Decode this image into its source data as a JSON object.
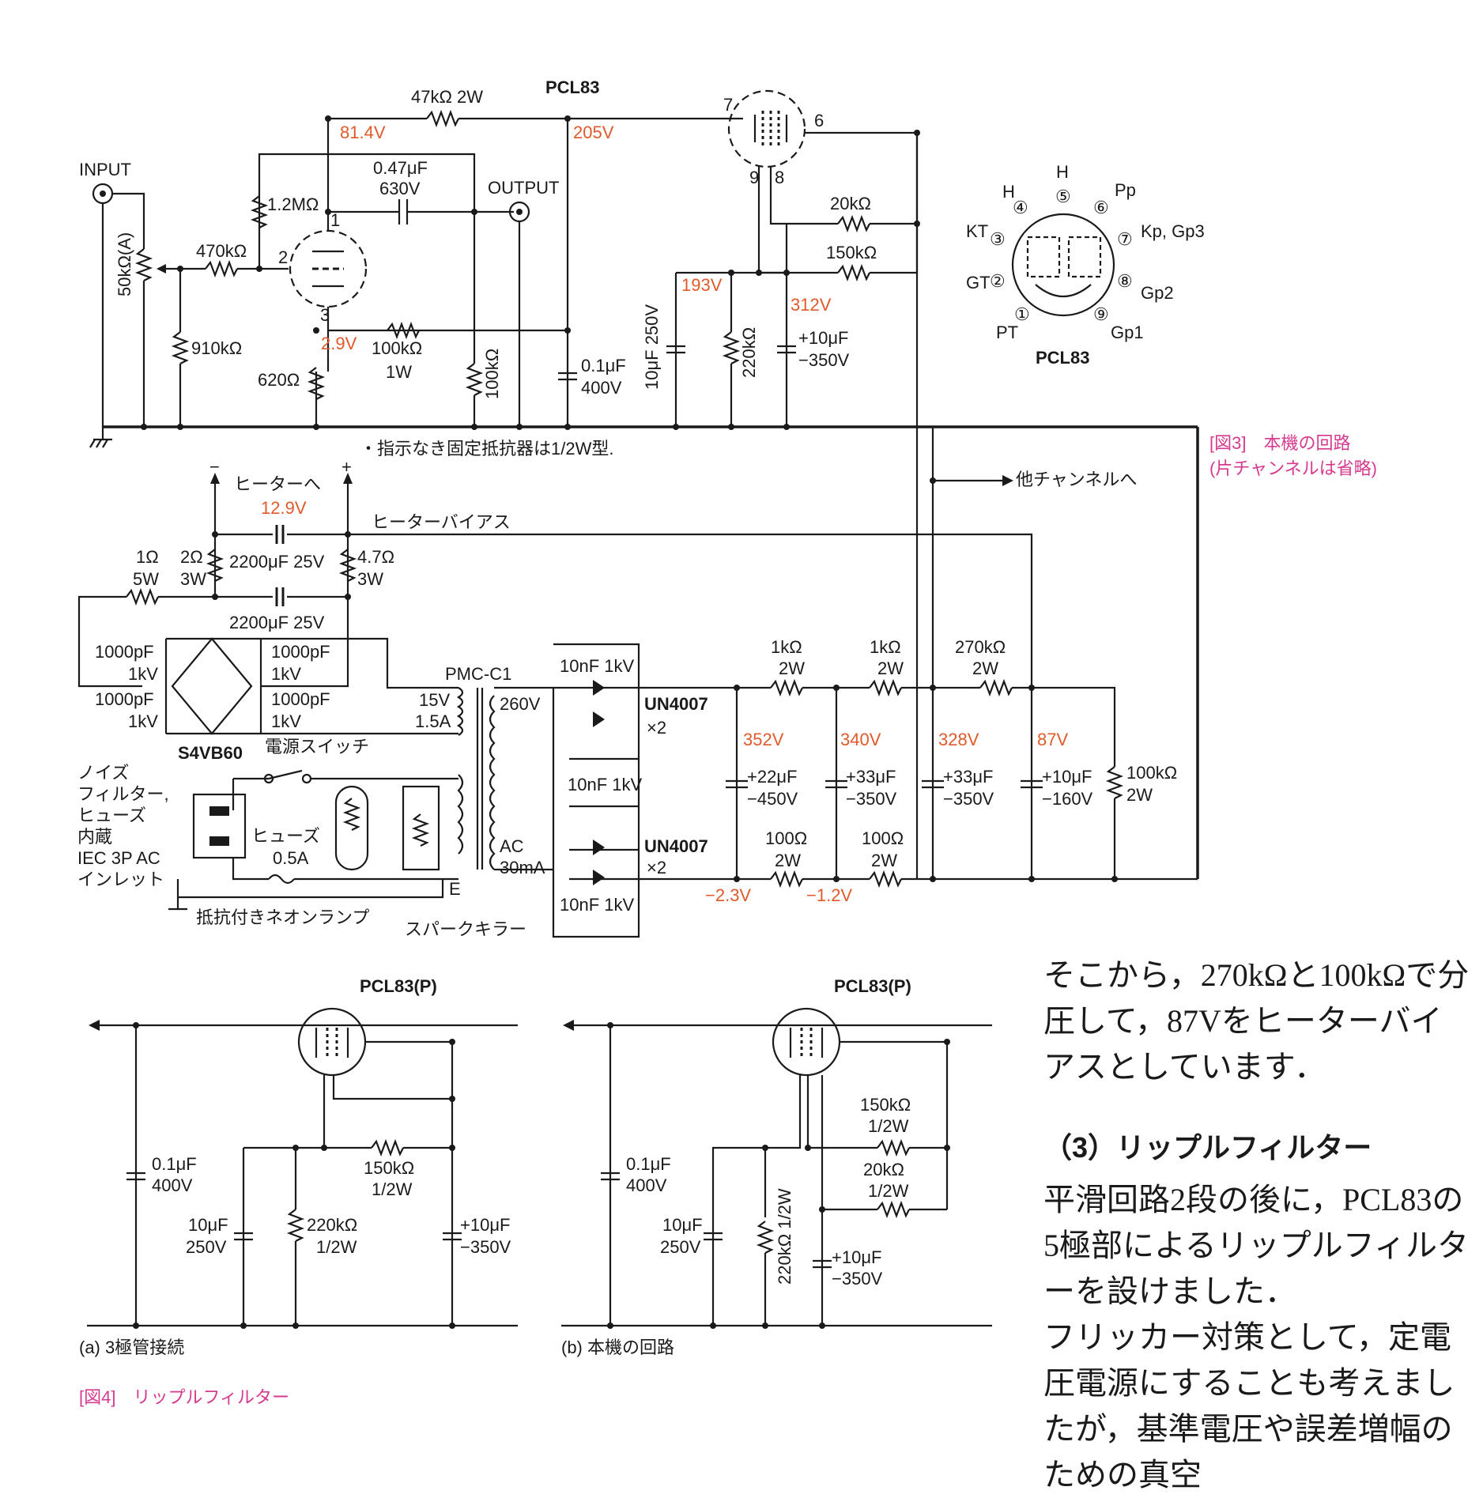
{
  "fig3": {
    "tube_label": "PCL83",
    "pin_diagram_label": "PCL83",
    "note": "・指示なき固定抵抗器は1/2W型.",
    "caption_line1": "[図3]　本機の回路",
    "caption_line2": "(片チャンネルは省略)",
    "input": "INPUT",
    "output": "OUTPUT",
    "r_47k": "47kΩ 2W",
    "r_1m2": "1.2MΩ",
    "c_047": "0.47μF",
    "c_047v": "630V",
    "r_470k": "470kΩ",
    "pot": "50kΩ(A)",
    "r_910k": "910kΩ",
    "r_620": "620Ω",
    "r_100k1w_a": "100kΩ",
    "r_100k1w_b": "1W",
    "r_100k": "100kΩ",
    "c_01": "0.1μF",
    "c_01v": "400V",
    "c_10_250": "10μF 250V",
    "r_220k": "220kΩ",
    "c_10_350a": "+10μF",
    "c_10_350b": "−350V",
    "r_20k": "20kΩ",
    "r_150k": "150kΩ",
    "v_814": "81.4V",
    "v_205": "205V",
    "v_29": "2.9V",
    "v_193": "193V",
    "v_312": "312V",
    "pin_labels": [
      "1",
      "2",
      "3",
      "6",
      "7",
      "8",
      "9"
    ],
    "heater_dest": "ヒーターへ",
    "heater_minus": "−",
    "heater_plus": "+",
    "v_129": "12.9V",
    "heater_bias": "ヒーターバイアス",
    "other_ch": "他チャンネルへ",
    "r_1ohm_a": "1Ω",
    "r_1ohm_b": "5W",
    "r_2ohm_a": "2Ω",
    "r_2ohm_b": "3W",
    "c_2200a": "2200μF 25V",
    "c_2200b": "2200μF 25V",
    "r_47ohm_a": "4.7Ω",
    "r_47ohm_b": "3W",
    "c_1000p": [
      "1000pF",
      "1kV",
      "1000pF",
      "1kV",
      "1000pF",
      "1kV",
      "1000pF",
      "1kV"
    ],
    "bridge": "S4VB60",
    "power_switch": "電源スイッチ",
    "inlet": [
      "ノイズ",
      "フィルター,",
      "ヒューズ",
      "内蔵",
      "IEC 3P AC",
      "インレット"
    ],
    "fuse_a": "ヒューズ",
    "fuse_b": "0.5A",
    "neon": "抵抗付きネオンランプ",
    "spark": "スパークキラー",
    "transformer": "PMC-C1",
    "t_15v_a": "15V",
    "t_15v_b": "1.5A",
    "t_260v": "260V",
    "t_ac_a": "AC",
    "t_ac_b": "30mA",
    "t_e": "E",
    "c_10nf": [
      "10nF 1kV",
      "10nF 1kV",
      "10nF 1kV"
    ],
    "diode_a": "UN4007",
    "diode_b": "UN4007",
    "x2": "×2",
    "r_1k_a": [
      "1kΩ",
      "2W"
    ],
    "r_1k_b": [
      "1kΩ",
      "2W"
    ],
    "r_270k": [
      "270kΩ",
      "2W"
    ],
    "v_352": "352V",
    "v_340": "340V",
    "v_328": "328V",
    "v_87": "87V",
    "c_22": [
      "+22μF",
      "−450V"
    ],
    "c_33a": [
      "+33μF",
      "−350V"
    ],
    "c_33b": [
      "+33μF",
      "−350V"
    ],
    "c_10_160": [
      "+10μF",
      "−160V"
    ],
    "r_100k2w": [
      "100kΩ",
      "2W"
    ],
    "r_100a": [
      "100Ω",
      "2W"
    ],
    "r_100b": [
      "100Ω",
      "2W"
    ],
    "v_m23": "−2.3V",
    "v_m12": "−1.2V",
    "pins": {
      "h4": "H",
      "h5": "H",
      "pp": "Pp",
      "kt": "KT",
      "kp": "Kp, Gp3",
      "gt": "GT",
      "gp2": "Gp2",
      "pt": "PT",
      "gp1": "Gp1",
      "numbers": [
        "①",
        "②",
        "③",
        "④",
        "⑤",
        "⑥",
        "⑦",
        "⑧",
        "⑨"
      ]
    }
  },
  "fig4": {
    "tube_a": "PCL83(P)",
    "tube_b": "PCL83(P)",
    "c_01": [
      "0.1μF",
      "400V"
    ],
    "c_10": [
      "10μF",
      "250V"
    ],
    "r_220k": [
      "220kΩ",
      "1/2W"
    ],
    "r_150k": [
      "150kΩ",
      "1/2W"
    ],
    "c_10_350": [
      "+10μF",
      "−350V"
    ],
    "b_c_01": [
      "0.1μF",
      "400V"
    ],
    "b_c_10": [
      "10μF",
      "250V"
    ],
    "b_r_220k": "220kΩ 1/2W",
    "b_r_150k": [
      "150kΩ",
      "1/2W"
    ],
    "b_r_20k": [
      "20kΩ",
      "1/2W"
    ],
    "b_c_10_350": [
      "+10μF",
      "−350V"
    ],
    "sub_a": "(a) 3極管接続",
    "sub_b": "(b) 本機の回路",
    "caption": "[図4]　リップルフィルター"
  },
  "article": {
    "para1": "そこから，270kΩと100kΩで分圧して，87Vをヒーターバイアスとしています．",
    "heading": "（3）リップルフィルター",
    "para2": "平滑回路2段の後に，PCL83の5極部によるリップルフィルターを設けました．",
    "para3": "フリッカー対策として，定電圧電源にすることも考えましたが，基準電圧や誤差増幅のための真空"
  }
}
